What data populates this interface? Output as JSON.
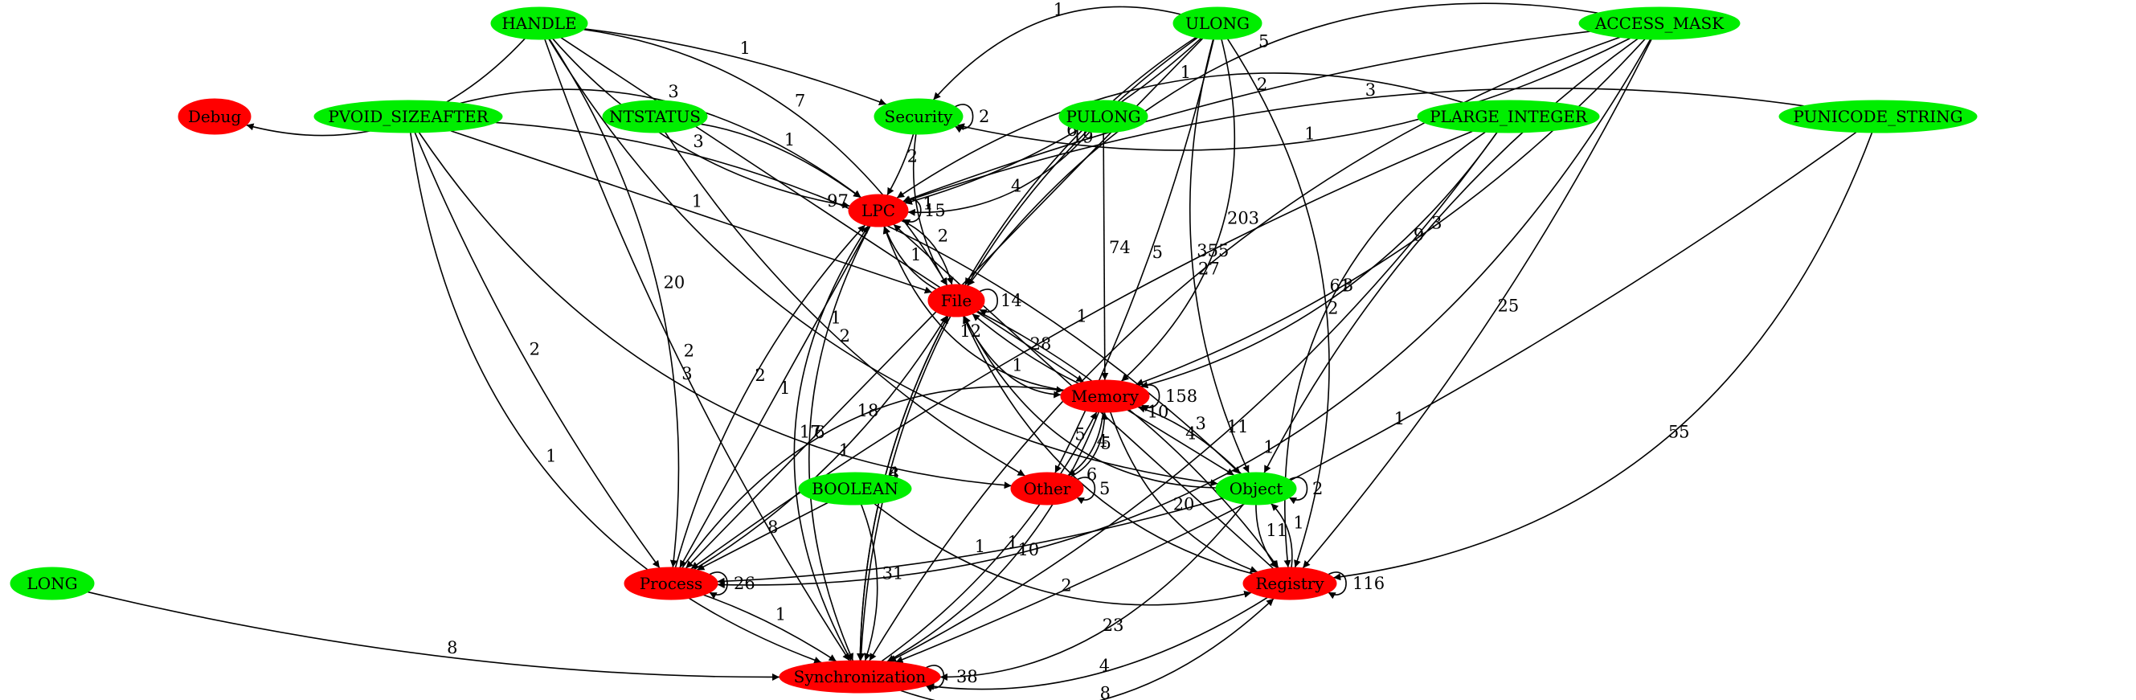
{
  "colors": {
    "green": "#00ee00",
    "red": "#ff0000",
    "edge": "#000000"
  },
  "nodes": [
    {
      "id": "HANDLE",
      "label": "HANDLE",
      "color": "green"
    },
    {
      "id": "ULONG",
      "label": "ULONG",
      "color": "green"
    },
    {
      "id": "ACCESS_MASK",
      "label": "ACCESS_MASK",
      "color": "green"
    },
    {
      "id": "Debug",
      "label": "Debug",
      "color": "red"
    },
    {
      "id": "PVOID_SIZEAFTER",
      "label": "PVOID_SIZEAFTER",
      "color": "green"
    },
    {
      "id": "NTSTATUS",
      "label": "NTSTATUS",
      "color": "green"
    },
    {
      "id": "Security",
      "label": "Security",
      "color": "green"
    },
    {
      "id": "PULONG",
      "label": "PULONG",
      "color": "green"
    },
    {
      "id": "PLARGE_INTEGER",
      "label": "PLARGE_INTEGER",
      "color": "green"
    },
    {
      "id": "PUNICODE_STRING",
      "label": "PUNICODE_STRING",
      "color": "green"
    },
    {
      "id": "LPC",
      "label": "LPC",
      "color": "red"
    },
    {
      "id": "File",
      "label": "File",
      "color": "red"
    },
    {
      "id": "Memory",
      "label": "Memory",
      "color": "red"
    },
    {
      "id": "Other",
      "label": "Other",
      "color": "red"
    },
    {
      "id": "Object",
      "label": "Object",
      "color": "green"
    },
    {
      "id": "BOOLEAN",
      "label": "BOOLEAN",
      "color": "green"
    },
    {
      "id": "LONG",
      "label": "LONG",
      "color": "green"
    },
    {
      "id": "Process",
      "label": "Process",
      "color": "red"
    },
    {
      "id": "Registry",
      "label": "Registry",
      "color": "red"
    },
    {
      "id": "Synchronization",
      "label": "Synchronization",
      "color": "red"
    }
  ],
  "edges": [
    {
      "from": "HANDLE",
      "to": "Debug",
      "label": "1"
    },
    {
      "from": "HANDLE",
      "to": "Security",
      "label": "1"
    },
    {
      "from": "HANDLE",
      "to": "LPC",
      "label": "3"
    },
    {
      "from": "HANDLE",
      "to": "File",
      "label": "7"
    },
    {
      "from": "HANDLE",
      "to": "Memory",
      "label": "97"
    },
    {
      "from": "HANDLE",
      "to": "Object",
      "label": "2"
    },
    {
      "from": "HANDLE",
      "to": "Process",
      "label": "20"
    },
    {
      "from": "HANDLE",
      "to": "Synchronization",
      "label": "2"
    },
    {
      "from": "ULONG",
      "to": "Security",
      "label": "1"
    },
    {
      "from": "ULONG",
      "to": "LPC",
      "label": "6"
    },
    {
      "from": "ULONG",
      "to": "File",
      "label": "19"
    },
    {
      "from": "ULONG",
      "to": "Memory",
      "label": "203"
    },
    {
      "from": "ULONG",
      "to": "Other",
      "label": "5"
    },
    {
      "from": "ULONG",
      "to": "Object",
      "label": "355"
    },
    {
      "from": "ULONG",
      "to": "Registry",
      "label": "61"
    },
    {
      "from": "ULONG",
      "to": "Process",
      "label": "23"
    },
    {
      "from": "ULONG",
      "to": "Synchronization",
      "label": "7"
    },
    {
      "from": "ACCESS_MASK",
      "to": "Security",
      "label": "1"
    },
    {
      "from": "ACCESS_MASK",
      "to": "LPC",
      "label": "2"
    },
    {
      "from": "ACCESS_MASK",
      "to": "File",
      "label": "5"
    },
    {
      "from": "ACCESS_MASK",
      "to": "Memory",
      "label": "9"
    },
    {
      "from": "ACCESS_MASK",
      "to": "Object",
      "label": "3"
    },
    {
      "from": "ACCESS_MASK",
      "to": "Process",
      "label": "1"
    },
    {
      "from": "ACCESS_MASK",
      "to": "Registry",
      "label": "25"
    },
    {
      "from": "ACCESS_MASK",
      "to": "Synchronization",
      "label": "27"
    },
    {
      "from": "PVOID_SIZEAFTER",
      "to": "LPC",
      "label": "3"
    },
    {
      "from": "PVOID_SIZEAFTER",
      "to": "File",
      "label": "1"
    },
    {
      "from": "PVOID_SIZEAFTER",
      "to": "Other",
      "label": "3"
    },
    {
      "from": "PVOID_SIZEAFTER",
      "to": "Object",
      "label": "1"
    },
    {
      "from": "PVOID_SIZEAFTER",
      "to": "Process",
      "label": "2"
    },
    {
      "from": "PVOID_SIZEAFTER",
      "to": "Synchronization",
      "label": "1"
    },
    {
      "from": "NTSTATUS",
      "to": "LPC",
      "label": "1"
    },
    {
      "from": "NTSTATUS",
      "to": "Other",
      "label": "1"
    },
    {
      "from": "Security",
      "to": "Security",
      "label": "2"
    },
    {
      "from": "Security",
      "to": "LPC",
      "label": "2"
    },
    {
      "from": "Security",
      "to": "File",
      "label": "1"
    },
    {
      "from": "PULONG",
      "to": "LPC",
      "label": "4"
    },
    {
      "from": "PULONG",
      "to": "Memory",
      "label": "74"
    },
    {
      "from": "PLARGE_INTEGER",
      "to": "LPC",
      "label": "1"
    },
    {
      "from": "PLARGE_INTEGER",
      "to": "Memory",
      "label": "3"
    },
    {
      "from": "PLARGE_INTEGER",
      "to": "Process",
      "label": "1"
    },
    {
      "from": "PLARGE_INTEGER",
      "to": "Registry",
      "label": "2"
    },
    {
      "from": "PLARGE_INTEGER",
      "to": "Synchronization",
      "label": "11"
    },
    {
      "from": "PUNICODE_STRING",
      "to": "LPC",
      "label": "3"
    },
    {
      "from": "PUNICODE_STRING",
      "to": "Registry",
      "label": "55"
    },
    {
      "from": "PUNICODE_STRING",
      "to": "Synchronization",
      "label": "1"
    },
    {
      "from": "LPC",
      "to": "LPC",
      "label": "15"
    },
    {
      "from": "LPC",
      "to": "File",
      "label": "2"
    },
    {
      "from": "LPC",
      "to": "Process",
      "label": "1"
    },
    {
      "from": "LPC",
      "to": "Synchronization",
      "label": "6"
    },
    {
      "from": "File",
      "to": "LPC",
      "label": "1"
    },
    {
      "from": "File",
      "to": "File",
      "label": "14"
    },
    {
      "from": "File",
      "to": "Memory",
      "label": "1"
    },
    {
      "from": "File",
      "to": "Registry",
      "label": "10"
    },
    {
      "from": "File",
      "to": "Synchronization",
      "label": "4"
    },
    {
      "from": "Memory",
      "to": "LPC",
      "label": "12"
    },
    {
      "from": "Memory",
      "to": "File",
      "label": "28"
    },
    {
      "from": "Memory",
      "to": "Memory",
      "label": "158"
    },
    {
      "from": "Memory",
      "to": "Other",
      "label": "4"
    },
    {
      "from": "Memory",
      "to": "Object",
      "label": "4"
    },
    {
      "from": "Memory",
      "to": "Registry",
      "label": "20"
    },
    {
      "from": "Memory",
      "to": "Synchronization",
      "label": "10"
    },
    {
      "from": "Other",
      "to": "Other",
      "label": "5"
    },
    {
      "from": "Other",
      "to": "Memory",
      "label": "5"
    },
    {
      "from": "Object",
      "to": "Object",
      "label": "2"
    },
    {
      "from": "Object",
      "to": "Memory",
      "label": "3"
    },
    {
      "from": "Object",
      "to": "File",
      "label": "5"
    },
    {
      "from": "Object",
      "to": "Process",
      "label": "1"
    },
    {
      "from": "Object",
      "to": "Registry",
      "label": "11"
    },
    {
      "from": "Object",
      "to": "Synchronization",
      "label": "23"
    },
    {
      "from": "BOOLEAN",
      "to": "Process",
      "label": "8"
    },
    {
      "from": "BOOLEAN",
      "to": "Registry",
      "label": "2"
    },
    {
      "from": "BOOLEAN",
      "to": "Synchronization",
      "label": "31"
    },
    {
      "from": "LONG",
      "to": "Synchronization",
      "label": "8"
    },
    {
      "from": "Process",
      "to": "Process",
      "label": "26"
    },
    {
      "from": "Process",
      "to": "LPC",
      "label": "2"
    },
    {
      "from": "Process",
      "to": "File",
      "label": "1"
    },
    {
      "from": "Process",
      "to": "Memory",
      "label": "18"
    },
    {
      "from": "Process",
      "to": "Synchronization",
      "label": "1"
    },
    {
      "from": "Registry",
      "to": "Registry",
      "label": "116"
    },
    {
      "from": "Registry",
      "to": "File",
      "label": "6"
    },
    {
      "from": "Registry",
      "to": "LPC",
      "label": "1"
    },
    {
      "from": "Registry",
      "to": "Object",
      "label": "1"
    },
    {
      "from": "Registry",
      "to": "Synchronization",
      "label": "4"
    },
    {
      "from": "Synchronization",
      "to": "Synchronization",
      "label": "38"
    },
    {
      "from": "Synchronization",
      "to": "Registry",
      "label": "8"
    },
    {
      "from": "Synchronization",
      "to": "File",
      "label": "8"
    },
    {
      "from": "Synchronization",
      "to": "Memory",
      "label": "1"
    },
    {
      "from": "Synchronization",
      "to": "LPC",
      "label": "17"
    }
  ]
}
